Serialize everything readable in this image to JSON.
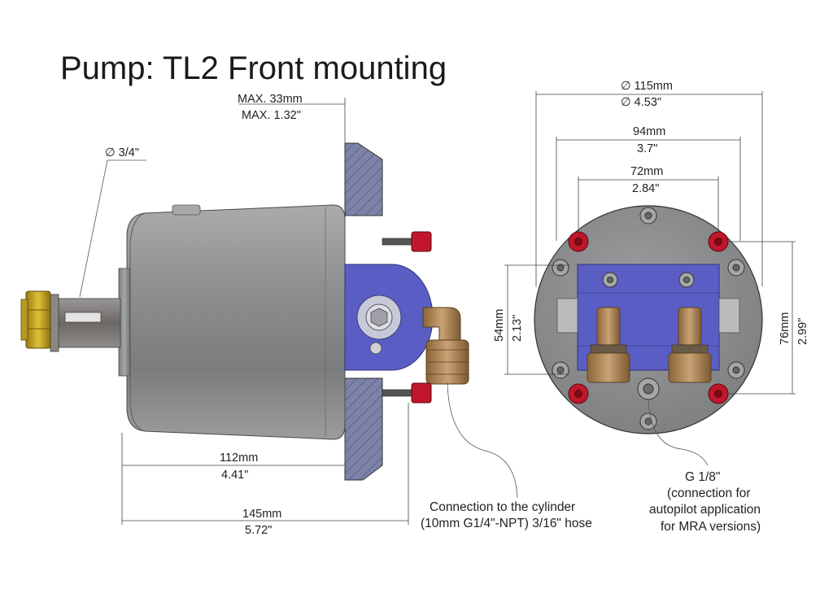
{
  "title": "Pump: TL2 Front mounting",
  "side_view": {
    "shaft_diameter": "∅ 3/4\"",
    "max_mm": "MAX. 33mm",
    "max_in": "MAX. 1.32\"",
    "body_len_mm": "112mm",
    "body_len_in": "4.41\"",
    "total_len_mm": "145mm",
    "total_len_in": "5.72\""
  },
  "front_view": {
    "outer_dia_mm": "∅ 115mm",
    "outer_dia_in": "∅ 4.53\"",
    "bolt_span_mm": "94mm",
    "bolt_span_in": "3.7\"",
    "inner_span_mm": "72mm",
    "inner_span_in": "2.84\"",
    "left_h_mm": "54mm",
    "left_h_in": "2.13\"",
    "right_h_mm": "76mm",
    "right_h_in": "2.99\""
  },
  "notes": {
    "cylinder_line1": "Connection to the cylinder",
    "cylinder_line2": "(10mm G1/4\"-NPT) 3/16\" hose",
    "g18_line1": "G 1/8\"",
    "g18_line2": "(connection for",
    "g18_line3": "autopilot application",
    "g18_line4": "for MRA versions)"
  },
  "colors": {
    "body_gray": "#8e9092",
    "bracket_blue": "#5a5ec4",
    "panel_hatch": "#7b80a6",
    "cap_red": "#c0172a",
    "brass": "#b08a5a",
    "nut_yellow": "#c9a21c"
  }
}
